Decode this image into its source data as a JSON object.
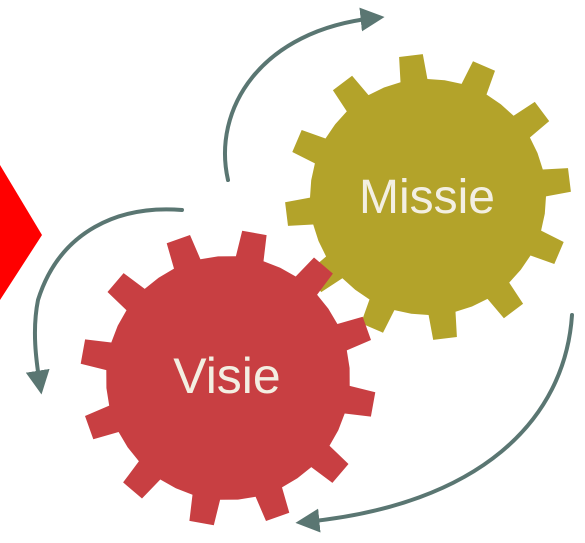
{
  "gears": [
    {
      "id": "missie",
      "label": "Missie",
      "color": "#b3a32a"
    },
    {
      "id": "visie",
      "label": "Visie",
      "color": "#c83f42"
    }
  ],
  "arrow_color": "#5a7672",
  "pointer_color": "#ff0000"
}
